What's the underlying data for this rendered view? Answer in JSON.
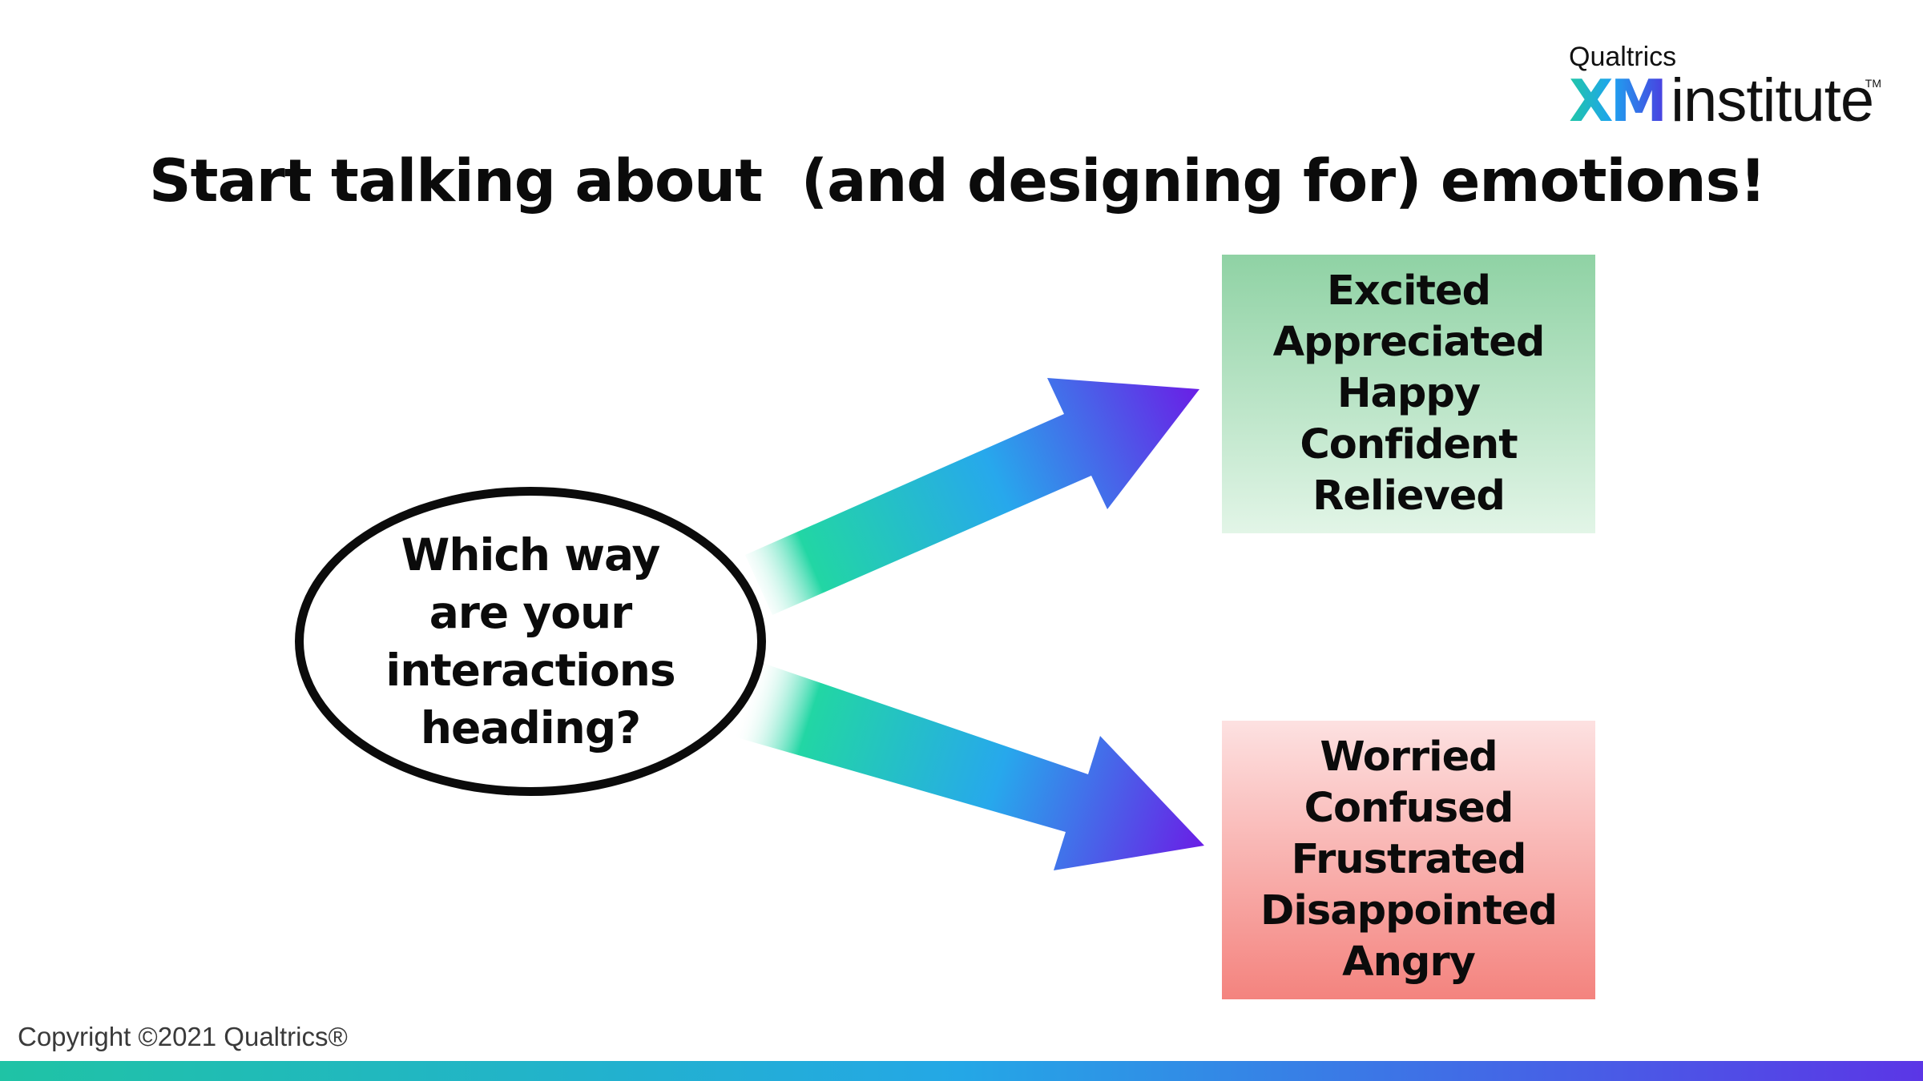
{
  "logo": {
    "brand": "Qualtrics",
    "xm": "XM",
    "institute": "institute",
    "trademark": "TM"
  },
  "title": "Start talking about  (and designing for) emotions!",
  "center": {
    "lines": [
      "Which way",
      "are your",
      "interactions",
      "heading?"
    ]
  },
  "positive": {
    "emotions": [
      "Excited",
      "Appreciated",
      "Happy",
      "Confident",
      "Relieved"
    ]
  },
  "negative": {
    "emotions": [
      "Worried",
      "Confused",
      "Frustrated",
      "Disappointed",
      "Angry"
    ]
  },
  "footer": {
    "copyright": "Copyright ©2021 Qualtrics®"
  },
  "colors": {
    "arrow_start": "#22d6a4",
    "arrow_mid": "#27a8ec",
    "arrow_end": "#6a1ee6",
    "positive_top": "#8fd2a4",
    "negative_bottom": "#f4837e"
  }
}
